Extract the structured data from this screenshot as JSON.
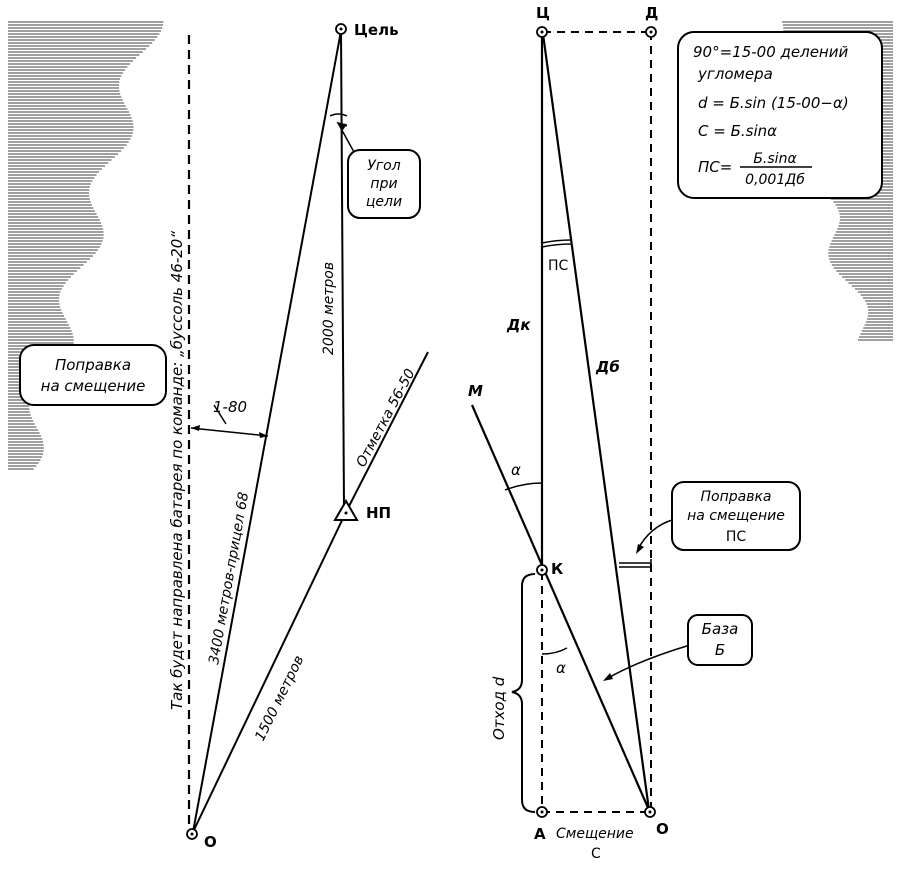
{
  "left": {
    "target_label": "Цель",
    "op_label": "НП",
    "origin_label": "О",
    "battery_direction_text": "Так будет направлена батарея по команде: „буссоль 46-20“",
    "dist_3400": "3400 метров-прицел 68",
    "dist_1500": "1500 метров",
    "dist_2000": "2000 метров",
    "mark_text": "Отметка 56-50",
    "correction_value": "1-80",
    "correction_box": [
      "Поправка",
      "на смещение"
    ],
    "angle_box": [
      "Угол",
      "при",
      "цели"
    ]
  },
  "right": {
    "target_label": "Ц",
    "d_label": "Д",
    "k_label": "К",
    "a_label": "А",
    "o_label": "О",
    "m_label": "М",
    "dk_label": "Дк",
    "db_label": "Дб",
    "ps_label": "ПС",
    "alpha_label": "α",
    "offset_label": "Отход d",
    "shift_label": "Смещение",
    "shift_c_label": "С",
    "correction_box": [
      "Поправка",
      "на смещение",
      "ПС"
    ],
    "base_box": [
      "База",
      "Б"
    ],
    "formulas": {
      "line1": "90°=15-00 делений",
      "line2": "угломера",
      "line3": "d = Б.sin (15-00−α)",
      "line4": "С = Б.sinα",
      "line5_lhs": "ПС=",
      "line5_num": "Б.sinα",
      "line5_den": "0,001Дб"
    }
  }
}
